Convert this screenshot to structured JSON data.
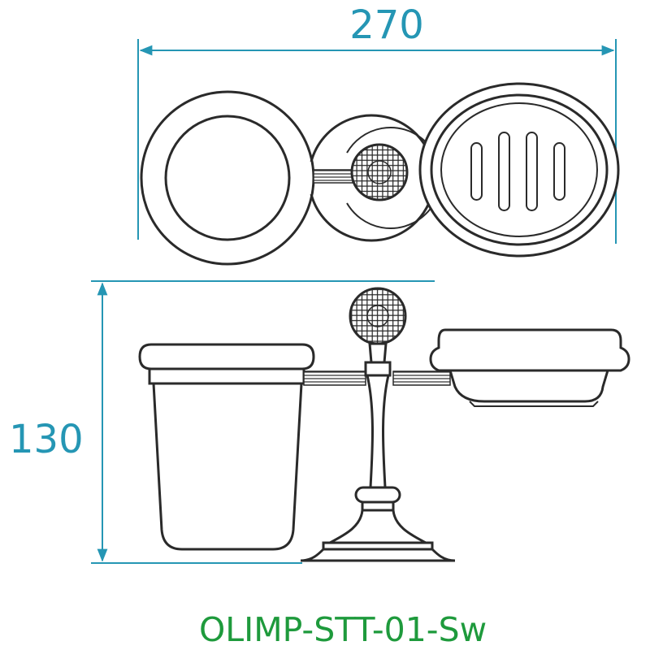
{
  "dimensions": {
    "width_label": "270",
    "height_label": "130"
  },
  "model_code": "OLIMP-STT-01-Sw",
  "colors": {
    "dimension": "#2596b4",
    "model": "#1e9a3c",
    "line": "#2a2a2a"
  }
}
